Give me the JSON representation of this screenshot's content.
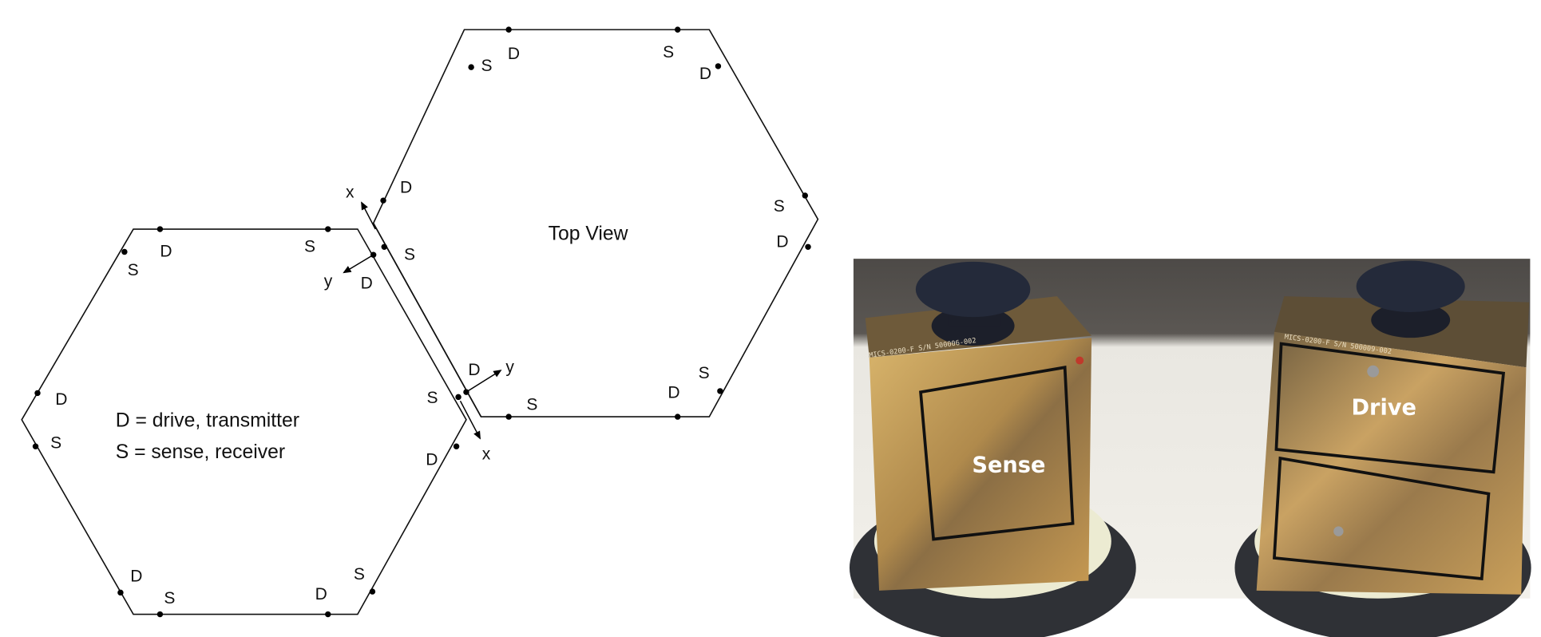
{
  "diagram": {
    "title": "Top View",
    "legend": [
      "D = drive, transmitter",
      "S = sense, receiver"
    ],
    "right_hex_labels": [
      "S",
      "D",
      "S",
      "D",
      "D",
      "S",
      "D",
      "S",
      "D",
      "S",
      "S",
      "D",
      "D",
      "S"
    ],
    "left_hex_labels": [
      "D",
      "S",
      "S",
      "D",
      "S",
      "D",
      "S",
      "D",
      "S"
    ],
    "axes": {
      "x1": "x",
      "y1": "y",
      "y2": "y",
      "x2": "x"
    }
  },
  "photo": {
    "sense_label": "Sense",
    "drive_label": "Drive",
    "sense_serial": "MICS-0200-F S/N 500006-002",
    "drive_serial": "MICS-0200-F S/N 500009-002"
  },
  "colors": {
    "gold": "#b8924e",
    "dark": "#2b2d36",
    "cream": "#efeed6"
  }
}
